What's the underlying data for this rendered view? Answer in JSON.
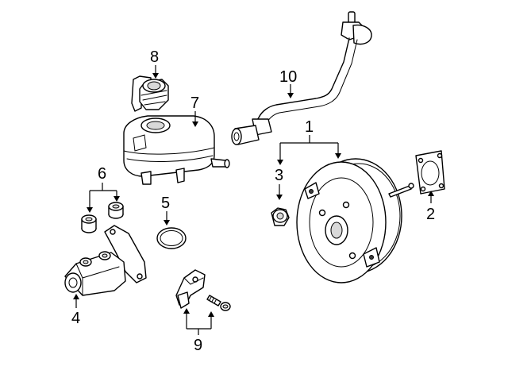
{
  "diagram": {
    "callouts": {
      "c1": "1",
      "c2": "2",
      "c3": "3",
      "c4": "4",
      "c5": "5",
      "c6": "6",
      "c7": "7",
      "c8": "8",
      "c9": "9",
      "c10": "10"
    },
    "colors": {
      "line": "#000000",
      "background": "#ffffff"
    }
  }
}
